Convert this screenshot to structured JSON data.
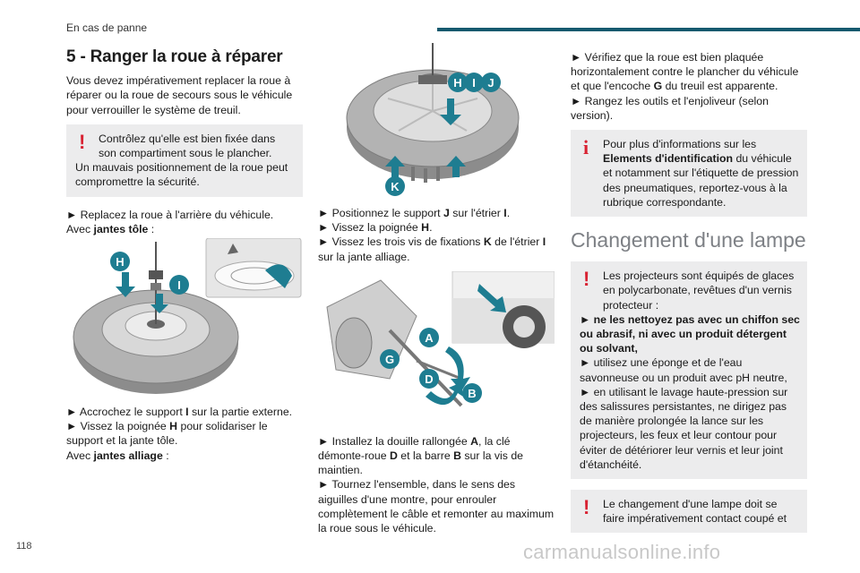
{
  "header": {
    "section": "En cas de panne",
    "page_number": "118"
  },
  "watermark": "carmanualsonline.info",
  "col1": {
    "title": "5 - Ranger la roue à réparer",
    "intro": "Vous devez impérativement replacer la roue à réparer ou la roue de secours sous le véhicule pour verrouiller le système de treuil.",
    "warn_line1": "Contrôlez qu'elle est bien fixée dans son compartiment sous le plancher.",
    "warn_line2": "Un mauvais positionnement de la roue peut compromettre la sécurité.",
    "step1": "► Replacez la roue à l'arrière du véhicule.",
    "with_label": "Avec ",
    "with_steel": "jantes tôle",
    "with_colon": " :",
    "step2_a": "► Accrochez le support ",
    "step2_b": "I",
    "step2_c": " sur la partie externe.",
    "step3_a": "► Vissez la poignée ",
    "step3_b": "H",
    "step3_c": " pour solidariser le support et la jante tôle.",
    "with_alloy": "jantes alliage",
    "fig1_labels": [
      "H",
      "I"
    ]
  },
  "col2": {
    "fig2_labels": [
      "H",
      "I",
      "J",
      "K"
    ],
    "s1_a": "► Positionnez le support ",
    "s1_b": "J",
    "s1_c": " sur l'étrier ",
    "s1_d": "I",
    "s1_e": ".",
    "s2_a": "► Vissez la poignée ",
    "s2_b": "H",
    "s2_c": ".",
    "s3_a": "► Vissez les trois vis de fixations ",
    "s3_b": "K",
    "s3_c": " de l'étrier ",
    "s3_d": "I",
    "s3_e": " sur la jante alliage.",
    "fig3_labels": [
      "A",
      "G",
      "D",
      "B"
    ],
    "s4_a": "► Installez la douille rallongée ",
    "s4_b": "A",
    "s4_c": ", la clé démonte-roue ",
    "s4_d": "D",
    "s4_e": " et la barre ",
    "s4_f": "B",
    "s4_g": " sur la vis de maintien.",
    "s5": "► Tournez l'ensemble, dans le sens des aiguilles d'une montre, pour enrouler complètement le câble et remonter au maximum la roue sous le véhicule."
  },
  "col3": {
    "v1_a": "► Vérifiez que la roue est bien plaquée horizontalement contre le plancher du véhicule et que l'encoche ",
    "v1_b": "G",
    "v1_c": " du treuil est apparente.",
    "v2": "► Rangez les outils et l'enjoliveur (selon version).",
    "info_a": "Pour plus d'informations sur les ",
    "info_b": "Elements d'identification",
    "info_c": " du véhicule et notamment sur l'étiquette de pression des pneumatiques, reportez-vous à la rubrique correspondante.",
    "lamp_title": "Changement d'une lampe",
    "w1_a": "Les projecteurs sont équipés de glaces en polycarbonate, revêtues d'un vernis protecteur :",
    "w1_b": "► ne les nettoyez pas avec un chiffon sec ou abrasif, ni avec un produit détergent ou solvant,",
    "w1_c": "► utilisez une éponge et de l'eau savonneuse ou un produit avec pH neutre,",
    "w1_d": "► en utilisant le lavage haute-pression sur des salissures persistantes, ne dirigez pas de manière prolongée la lance sur les projecteurs, les feux et leur contour pour éviter de détériorer leur vernis et leur joint d'étanchéité.",
    "w2": "Le changement d'une lampe doit se faire impérativement contact coupé et"
  },
  "colors": {
    "accent": "#14596e",
    "callout": "#1e7d91",
    "warning": "#d82232",
    "box": "#ececed"
  }
}
